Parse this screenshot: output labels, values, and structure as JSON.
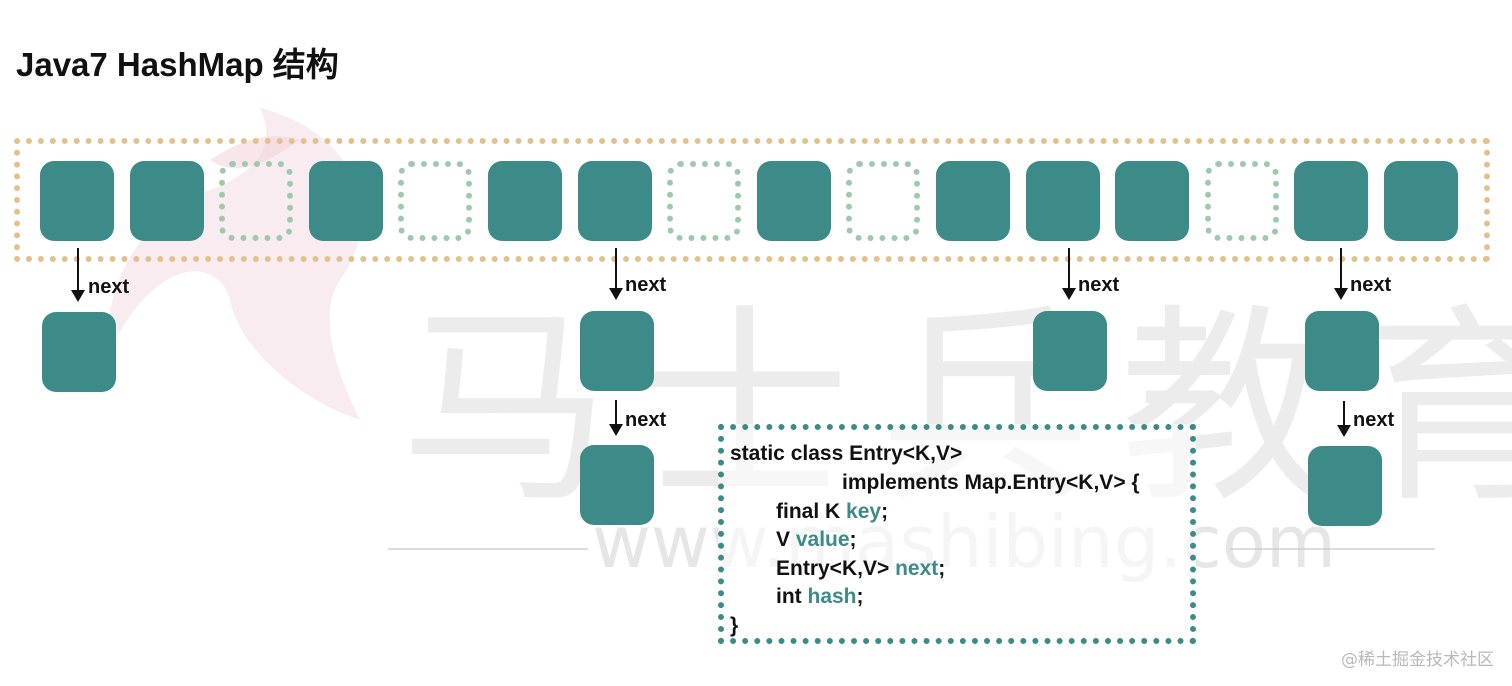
{
  "title": "Java7 HashMap 结构",
  "watermark": {
    "cn": "马士兵教育",
    "url": "www.mashibing.com"
  },
  "array": {
    "buckets": [
      "filled",
      "filled",
      "empty",
      "filled",
      "empty",
      "filled",
      "filled",
      "empty",
      "filled",
      "empty",
      "filled",
      "filled",
      "filled",
      "empty",
      "filled",
      "filled"
    ],
    "colors": {
      "filled": "#3d8b89",
      "empty_border": "#9fc9ad",
      "frame_border": "#e3c18c"
    }
  },
  "labels": {
    "next": "next"
  },
  "code": {
    "line1": "static class Entry<K,V>",
    "line2": "implements Map.Entry<K,V> {",
    "line3_prefix": "final K ",
    "line3_field": "key",
    "line3_suffix": ";",
    "line4_prefix": "V ",
    "line4_field": "value",
    "line4_suffix": ";",
    "line5_prefix": "Entry<K,V> ",
    "line5_field": "next",
    "line5_suffix": ";",
    "line6_prefix": "int ",
    "line6_field": "hash",
    "line6_suffix": ";",
    "line7": "}"
  },
  "credit": "@稀土掘金技术社区"
}
